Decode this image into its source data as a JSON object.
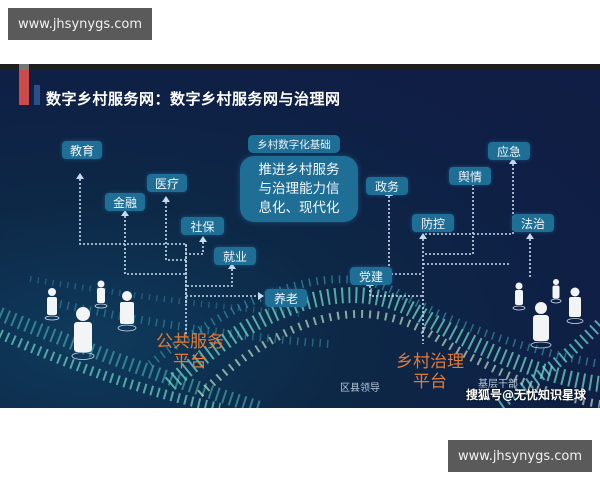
{
  "watermark": {
    "top": "www.jhsynygs.com",
    "bottom": "www.jhsynygs.com"
  },
  "poster": {
    "title": "数字乡村服务网：数字乡村服务网与治理网",
    "basis": {
      "label": "乡村数字化基础",
      "lines": [
        "推进乡村服务",
        "与治理能力信",
        "息化、现代化"
      ]
    },
    "public_service": {
      "platform_lines": [
        "公共服务",
        "平台"
      ],
      "nodes": [
        "教育",
        "金融",
        "医疗",
        "社保",
        "就业",
        "养老"
      ]
    },
    "governance": {
      "platform_lines": [
        "乡村治理",
        "平台"
      ],
      "nodes": [
        "政务",
        "舆情",
        "应急",
        "防控",
        "法治",
        "党建"
      ]
    },
    "captions": {
      "county_leaders": "区县领导",
      "grassroots_cadres": "基层干部"
    },
    "credit": "搜狐号@无忧知识星球",
    "colors": {
      "background": "#101d44",
      "node": "#1f6e96",
      "platform_text": "#e07a38",
      "accent_red": "#cc4a4a"
    }
  }
}
